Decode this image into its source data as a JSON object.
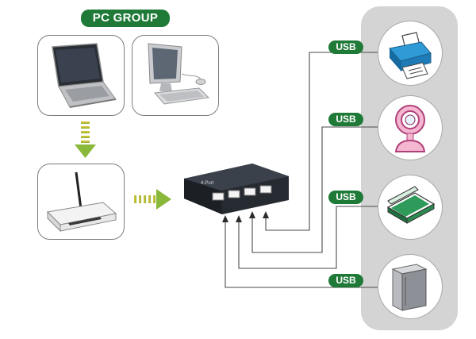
{
  "group_label": "PC GROUP",
  "hub_brand": "4-Port",
  "usb_labels": [
    "USB",
    "USB",
    "USB",
    "USB"
  ],
  "devices": [
    "printer-icon",
    "webcam-icon",
    "scanner-icon",
    "external-drive-icon"
  ],
  "colors": {
    "pill": "#1f7a38",
    "arrow_top": "#e9c23b",
    "arrow_bottom": "#8ab83a",
    "panel": "#d4d4d4",
    "hub_body": "#2b2f36"
  }
}
